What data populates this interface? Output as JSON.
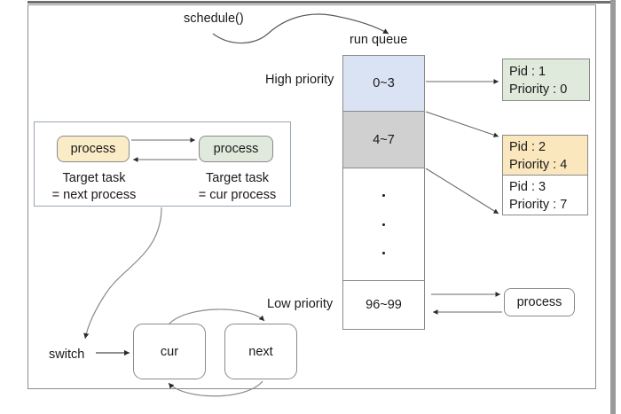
{
  "diagram": {
    "title_label": "schedule()",
    "run_queue_label": "run queue",
    "high_priority_label": "High priority",
    "low_priority_label": "Low priority",
    "switch_label": "switch",
    "run_queue": {
      "cells": [
        {
          "range": "0~3",
          "fill": "#dae3f3"
        },
        {
          "range": "4~7",
          "fill": "#d0d0d0"
        },
        {
          "range": "",
          "fill": "#ffffff"
        },
        {
          "range": "96~99",
          "fill": "#ffffff"
        }
      ]
    },
    "task_boxes": [
      {
        "pid_line": "Pid : 1",
        "priority_line": "Priority : 0",
        "fill": "#dfe9dc"
      },
      {
        "pid_line": "Pid : 2",
        "priority_line": "Priority : 4",
        "fill": "#fbe7bd"
      },
      {
        "pid_line": "Pid : 3",
        "priority_line": "Priority : 7",
        "fill": "#ffffff"
      }
    ],
    "bottom_process_label": "process",
    "target_task_panel": {
      "left_box_label": "process",
      "right_box_label": "process",
      "left_caption_line1": "Target task",
      "left_caption_line2": "= next process",
      "right_caption_line1": "Target task",
      "right_caption_line2": "= cur process"
    },
    "state_boxes": [
      {
        "label": "cur"
      },
      {
        "label": "next"
      }
    ],
    "colors": {
      "high_priority_fill": "#dae3f3",
      "mid_priority_fill": "#d0d0d0",
      "green_fill": "#dfe9dc",
      "yellow_fill": "#fbe7bd",
      "stroke": "#8a8a8a",
      "panel_border": "#9aa7b5"
    }
  }
}
